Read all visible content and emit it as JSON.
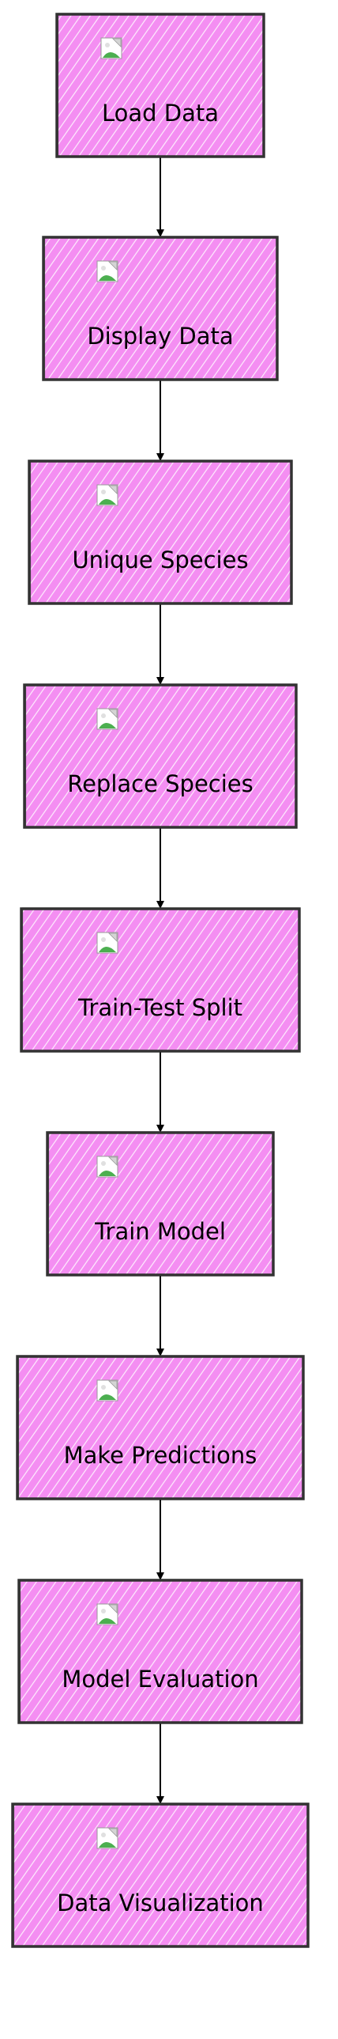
{
  "diagram": {
    "type": "flowchart",
    "direction": "top-to-bottom",
    "colors": {
      "node_fill": "#f48ef2",
      "node_stroke": "#333333",
      "hatch": "#ffffff",
      "arrow": "#000000",
      "text": "#000000"
    },
    "nodes": [
      {
        "id": "load-data",
        "label": "Load Data",
        "icon": "broken-image-icon"
      },
      {
        "id": "display-data",
        "label": "Display Data",
        "icon": "broken-image-icon"
      },
      {
        "id": "unique-species",
        "label": "Unique Species",
        "icon": "broken-image-icon"
      },
      {
        "id": "replace-species",
        "label": "Replace Species",
        "icon": "broken-image-icon"
      },
      {
        "id": "train-test-split",
        "label": "Train-Test Split",
        "icon": "broken-image-icon"
      },
      {
        "id": "train-model",
        "label": "Train Model",
        "icon": "broken-image-icon"
      },
      {
        "id": "make-predictions",
        "label": "Make Predictions",
        "icon": "broken-image-icon"
      },
      {
        "id": "model-evaluation",
        "label": "Model Evaluation",
        "icon": "broken-image-icon"
      },
      {
        "id": "data-visualization",
        "label": "Data Visualization",
        "icon": "broken-image-icon"
      }
    ],
    "edges": [
      {
        "from": "load-data",
        "to": "display-data"
      },
      {
        "from": "display-data",
        "to": "unique-species"
      },
      {
        "from": "unique-species",
        "to": "replace-species"
      },
      {
        "from": "replace-species",
        "to": "train-test-split"
      },
      {
        "from": "train-test-split",
        "to": "train-model"
      },
      {
        "from": "train-model",
        "to": "make-predictions"
      },
      {
        "from": "make-predictions",
        "to": "model-evaluation"
      },
      {
        "from": "model-evaluation",
        "to": "data-visualization"
      }
    ]
  }
}
